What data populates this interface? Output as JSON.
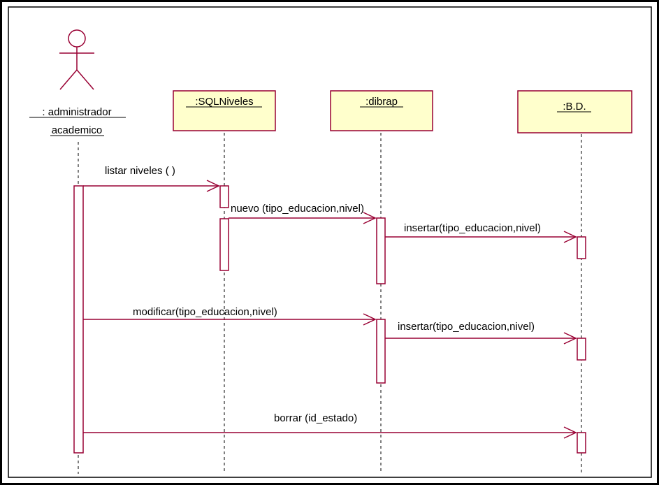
{
  "participants": {
    "actor": {
      "line1": ": administrador",
      "line2": "academico",
      "icon": "stick-figure-actor-icon"
    },
    "sqlniveles": {
      "label": ":SQLNiveles"
    },
    "dibrap": {
      "label": ":dibrap"
    },
    "bd": {
      "label": ":B.D."
    }
  },
  "messages": {
    "listar": {
      "label": "listar niveles ( )"
    },
    "nuevo": {
      "label": "nuevo (tipo_educacion,nivel)"
    },
    "insertar1": {
      "label": "insertar(tipo_educacion,nivel)"
    },
    "modificar": {
      "label": "modificar(tipo_educacion,nivel)"
    },
    "insertar2": {
      "label": "insertar(tipo_educacion,nivel)"
    },
    "borrar": {
      "label": "borrar (id_estado)"
    }
  },
  "colors": {
    "object_fill": "#ffffcc",
    "stroke_accent": "#990033",
    "text": "#000000",
    "background": "#ffffff"
  }
}
